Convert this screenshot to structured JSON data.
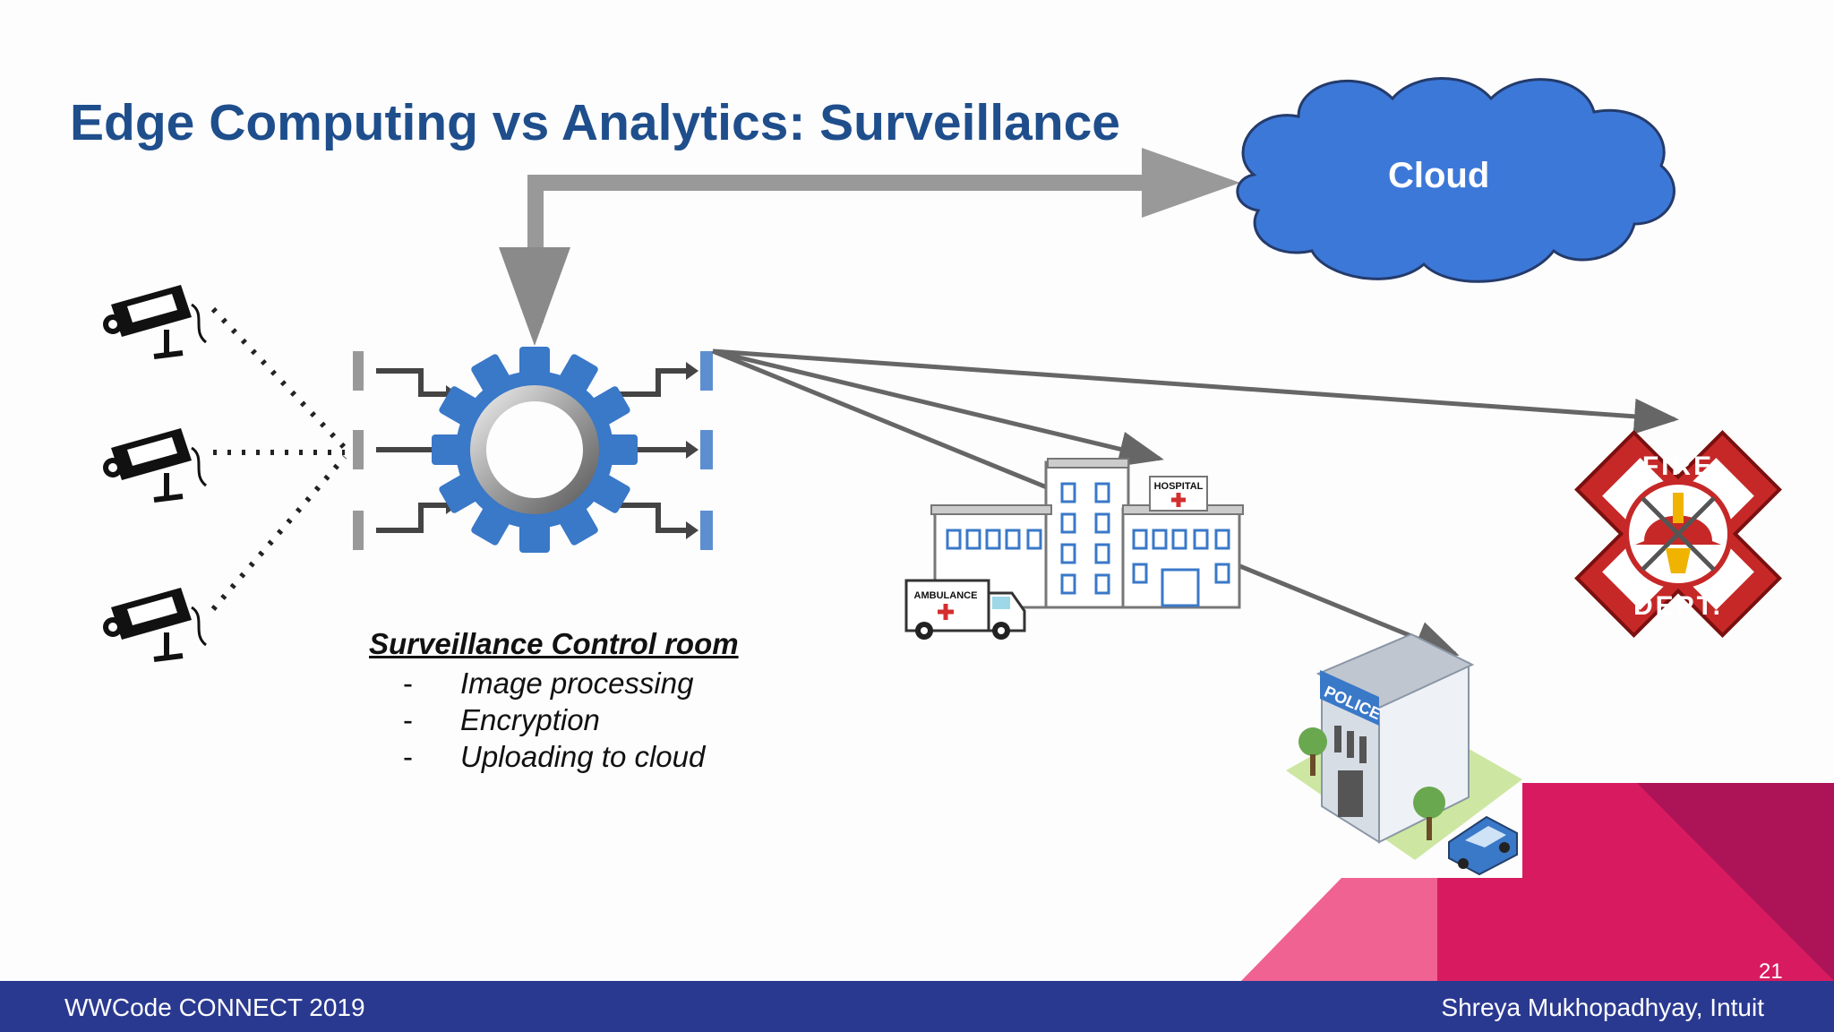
{
  "slide": {
    "title": "Edge Computing vs Analytics: Surveillance",
    "page_number": "21"
  },
  "cloud": {
    "label": "Cloud"
  },
  "control_room": {
    "title": "Surveillance Control room",
    "items": [
      "Image processing",
      "Encryption",
      "Uploading to cloud"
    ]
  },
  "hospital": {
    "sign": "HOSPITAL",
    "ambulance_label": "AMBULANCE"
  },
  "police": {
    "sign": "POLICE"
  },
  "fire_dept": {
    "top_text": "FIRE",
    "bottom_text": "DEPT."
  },
  "footer": {
    "left": "WWCode CONNECT 2019",
    "right": "Shreya Mukhopadhyay, Intuit"
  },
  "colors": {
    "title": "#1f4e8c",
    "cloud": "#3c78d8",
    "arrow_gray": "#999999",
    "footer": "#2a3990",
    "pink": "#f06292",
    "magenta": "#d81b60",
    "plum": "#ad1457",
    "fire_red": "#c62828"
  },
  "icons": [
    "camera-icon",
    "gear-icon",
    "cloud-icon",
    "hospital-icon",
    "ambulance-icon",
    "police-station-icon",
    "fire-dept-icon"
  ]
}
